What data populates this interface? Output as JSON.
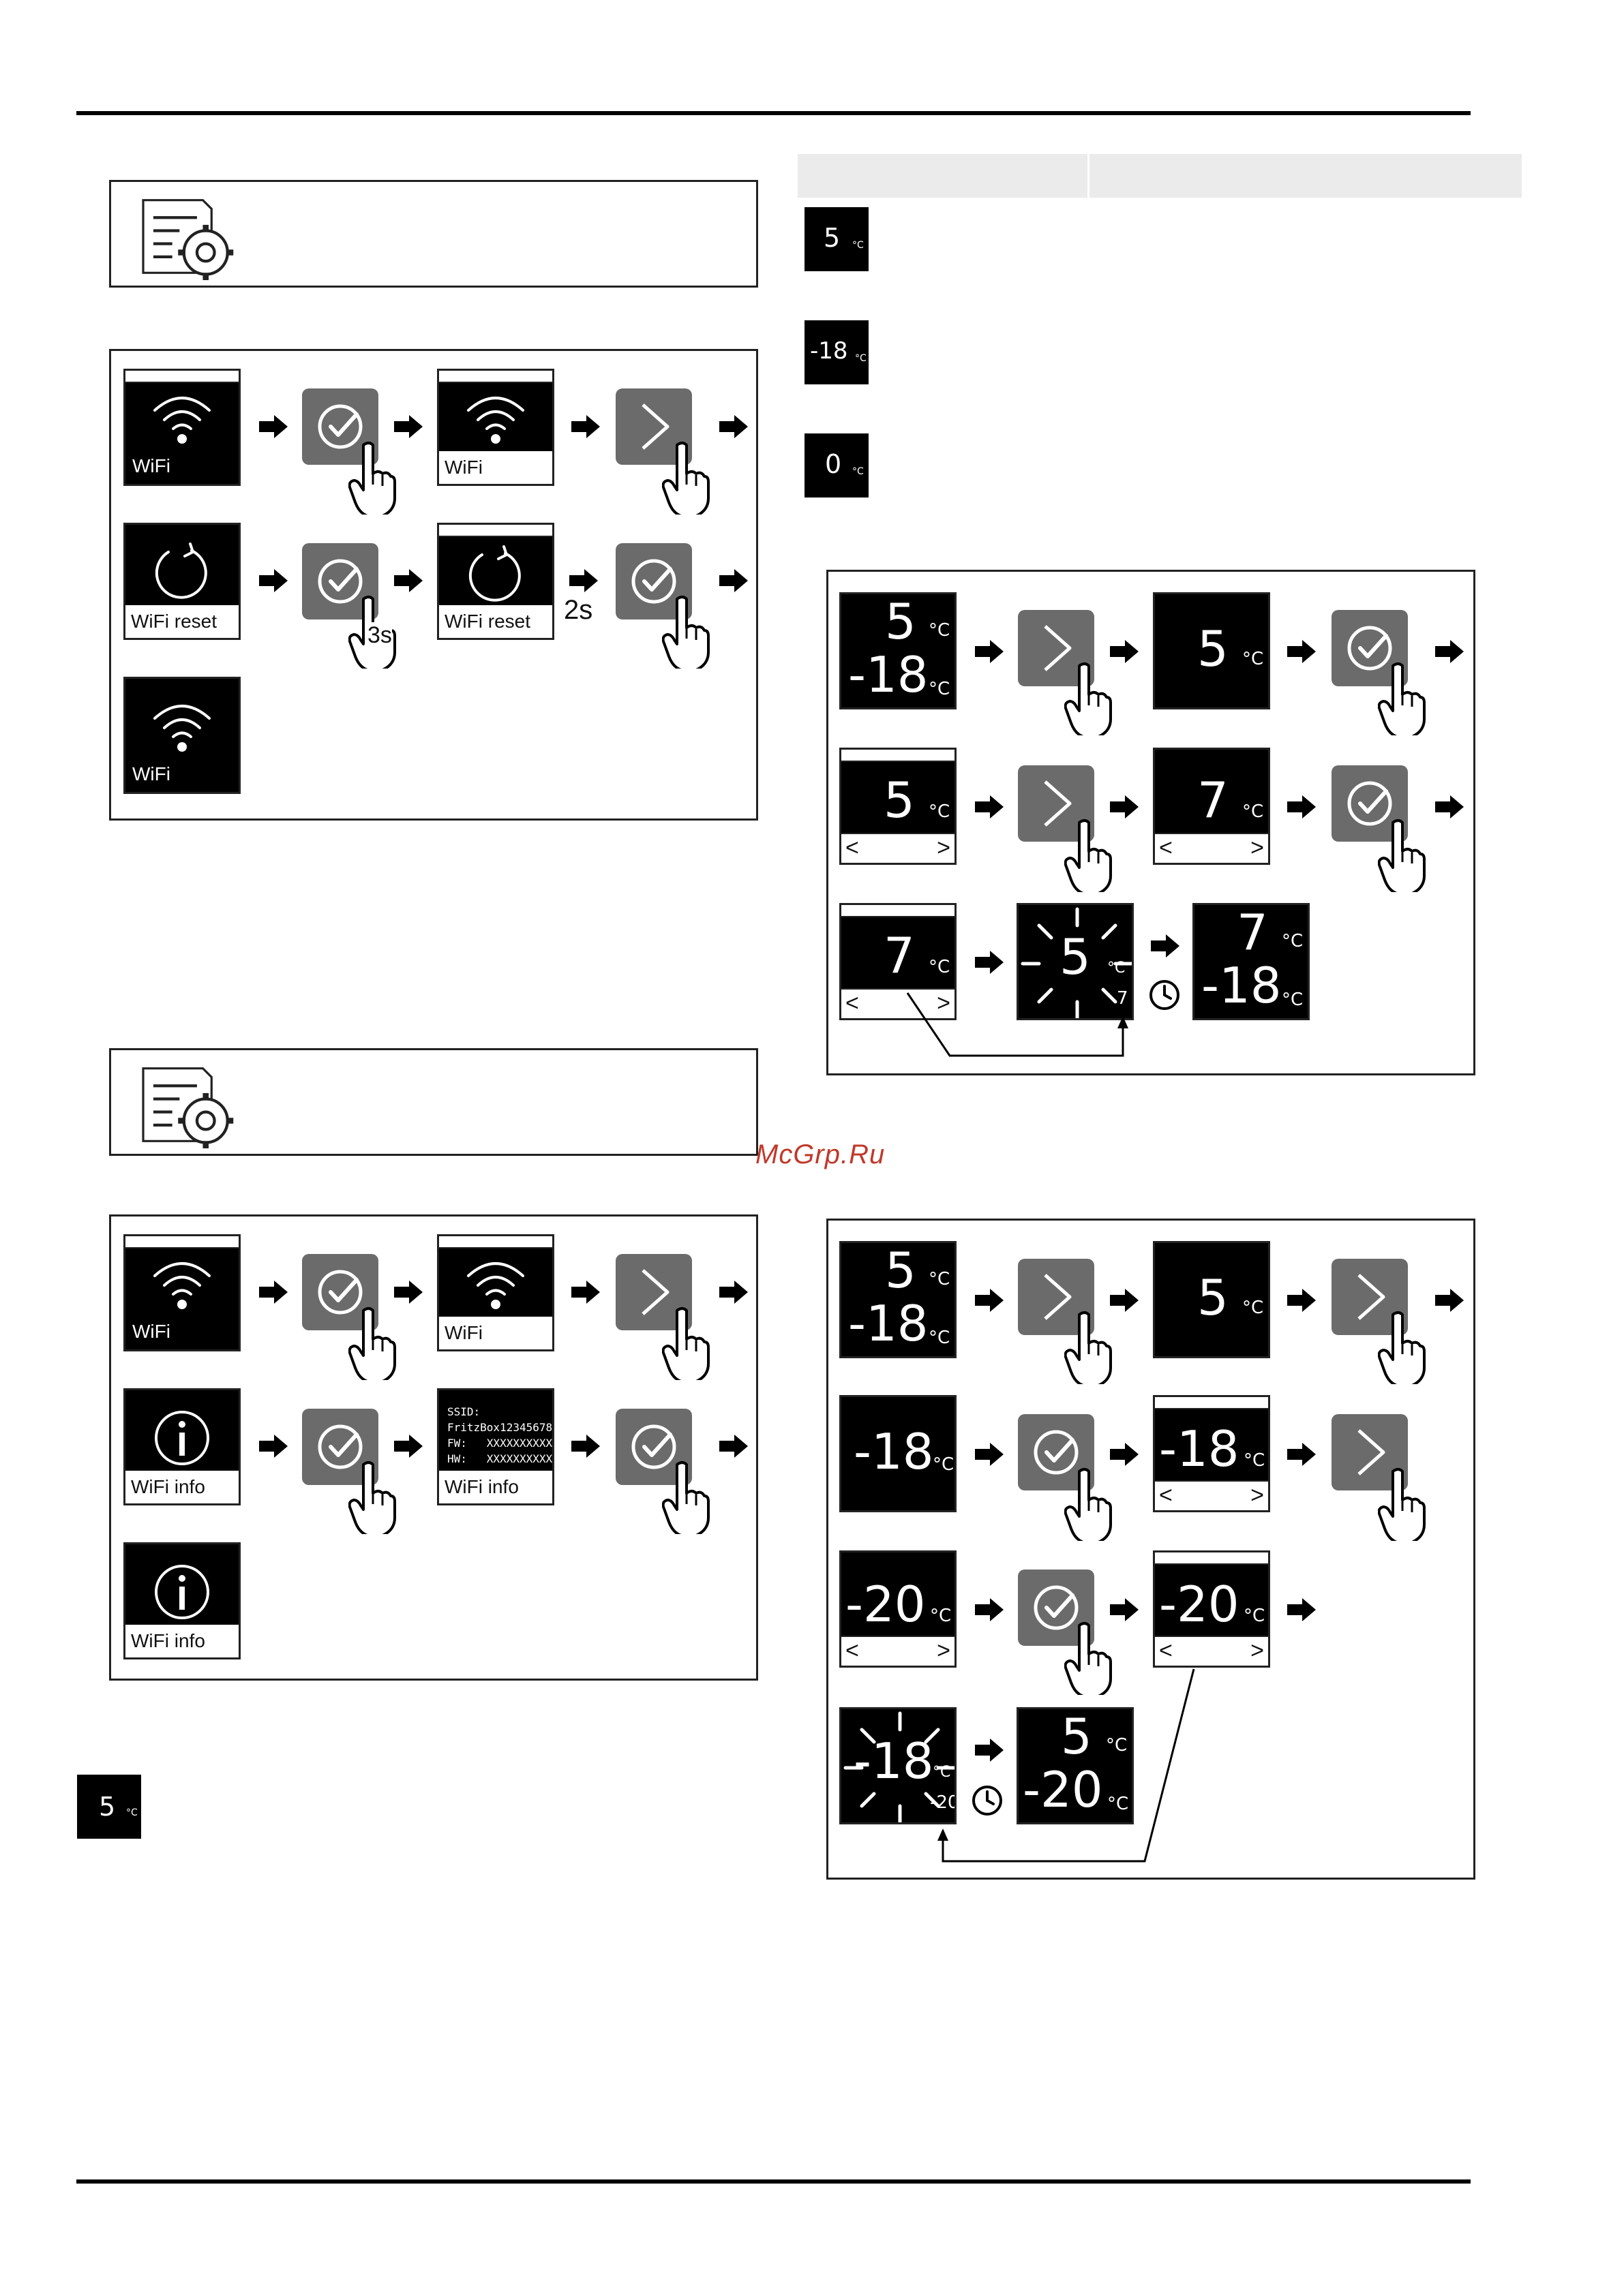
{
  "labels": {
    "wifi": "WiFi",
    "wifi_reset": "WiFi reset",
    "wifi_info": "WiFi info",
    "delay_3s": "3s",
    "delay_2s": "2s",
    "ssid_line1": "SSID:",
    "ssid_line2": "FritzBox12345678",
    "fw_line": "FW:   XXXXXXXXXX",
    "hw_line": "HW:   XXXXXXXXXX"
  },
  "units": {
    "celsius": "°C"
  },
  "table_icons": {
    "fridge_temp": "5",
    "freezer_temp": "-18",
    "zero_temp": "0"
  },
  "fridge_procedure": {
    "initial_fridge": "5",
    "initial_freezer": "-18",
    "selected": "5",
    "new_value": "7",
    "blink_value": "5",
    "blink_small": "7",
    "result_fridge": "7",
    "result_freezer": "-18"
  },
  "freezer_procedure": {
    "initial_fridge": "5",
    "initial_freezer": "-18",
    "fridge_only": "5",
    "freezer_only": "-18",
    "selected": "-18",
    "new_value": "-20",
    "blink_value": "-18",
    "blink_small": "-20",
    "result_fridge": "5",
    "result_freezer": "-20"
  },
  "standalone_icon": {
    "value": "5"
  },
  "watermark": "McGrp.Ru",
  "icons": {
    "settings": "settings-doc-gear-icon",
    "wifi": "wifi-icon",
    "reset": "reset-icon",
    "info": "info-icon",
    "check": "check-icon",
    "next": "chevron-right-icon",
    "hand": "hand-pointer-icon",
    "clock": "clock-icon",
    "arrow": "arrow-right-icon"
  }
}
